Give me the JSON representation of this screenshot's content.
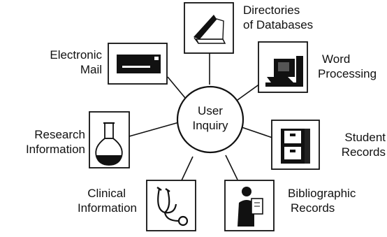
{
  "center": {
    "line1": "User",
    "line2": "Inquiry"
  },
  "nodes": {
    "directories": {
      "line1": "Directories",
      "line2": "of Databases",
      "icon": "book-icon"
    },
    "word_processing": {
      "line1": "Word",
      "line2": "Processing",
      "icon": "computer-terminal-icon"
    },
    "student_records": {
      "line1": "Student",
      "line2": "Records",
      "icon": "filing-cabinet-icon"
    },
    "bibliographic": {
      "line1": "Bibliographic",
      "line2": "Records",
      "icon": "person-reading-icon"
    },
    "clinical": {
      "line1": "Clinical",
      "line2": "Information",
      "icon": "stethoscope-icon"
    },
    "research": {
      "line1": "Research",
      "line2": "Information",
      "icon": "flask-icon"
    },
    "email": {
      "line1": "Electronic",
      "line2": "Mail",
      "icon": "mail-device-icon"
    }
  }
}
